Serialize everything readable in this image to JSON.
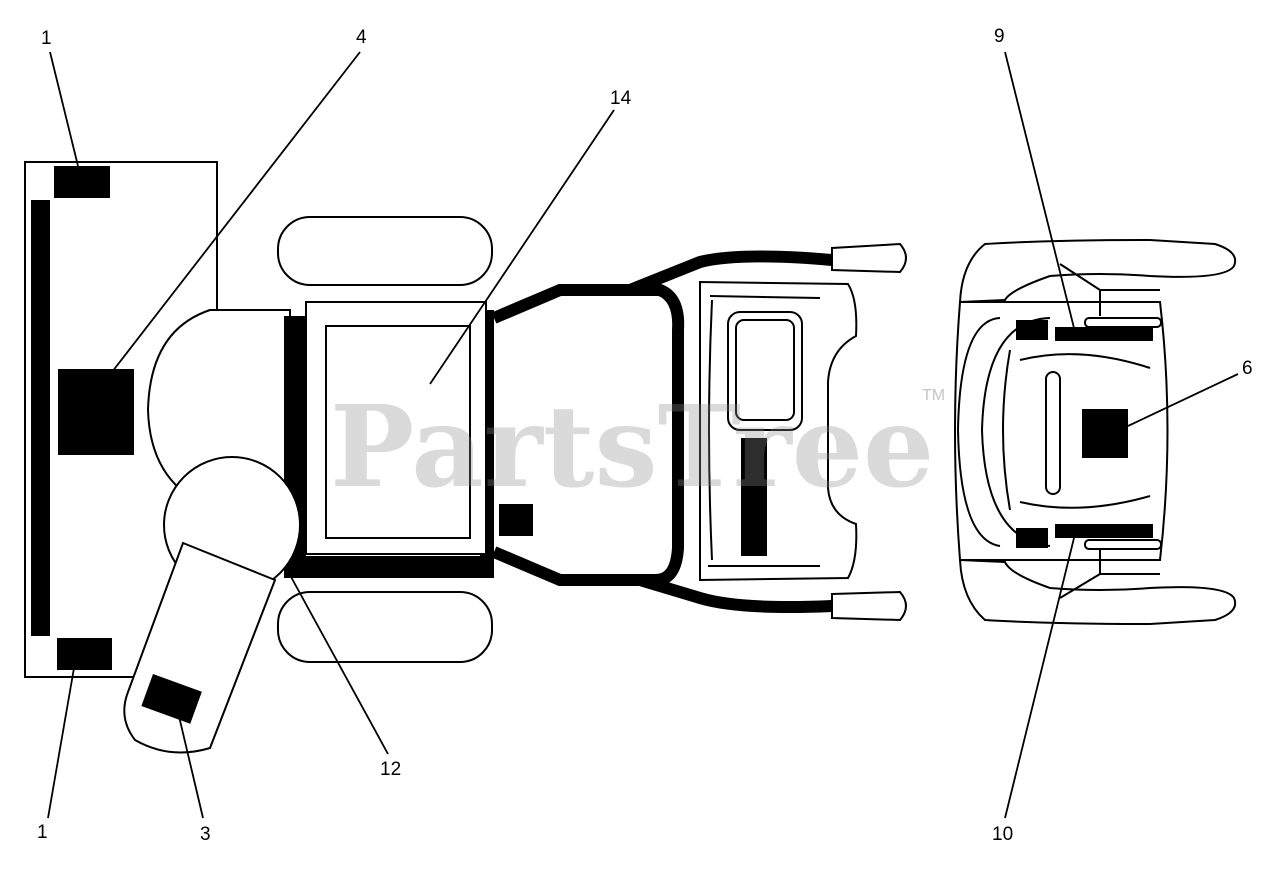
{
  "watermark": {
    "text": "PartsTree",
    "trademark": "TM"
  },
  "callouts": [
    {
      "id": "left-decal-top",
      "label": "1"
    },
    {
      "id": "left-decal-bottom",
      "label": "1"
    },
    {
      "id": "chute-decal",
      "label": "3"
    },
    {
      "id": "housing-decal",
      "label": "4"
    },
    {
      "id": "rear-decal",
      "label": "6"
    },
    {
      "id": "handle-decal-top",
      "label": "9"
    },
    {
      "id": "handle-decal-bottom",
      "label": "10"
    },
    {
      "id": "gearbox-decal",
      "label": "12"
    },
    {
      "id": "frame-panel-decal",
      "label": "14"
    }
  ],
  "colors": {
    "ink": "#000000",
    "paper": "#ffffff",
    "watermark": "#8c8c8c"
  }
}
